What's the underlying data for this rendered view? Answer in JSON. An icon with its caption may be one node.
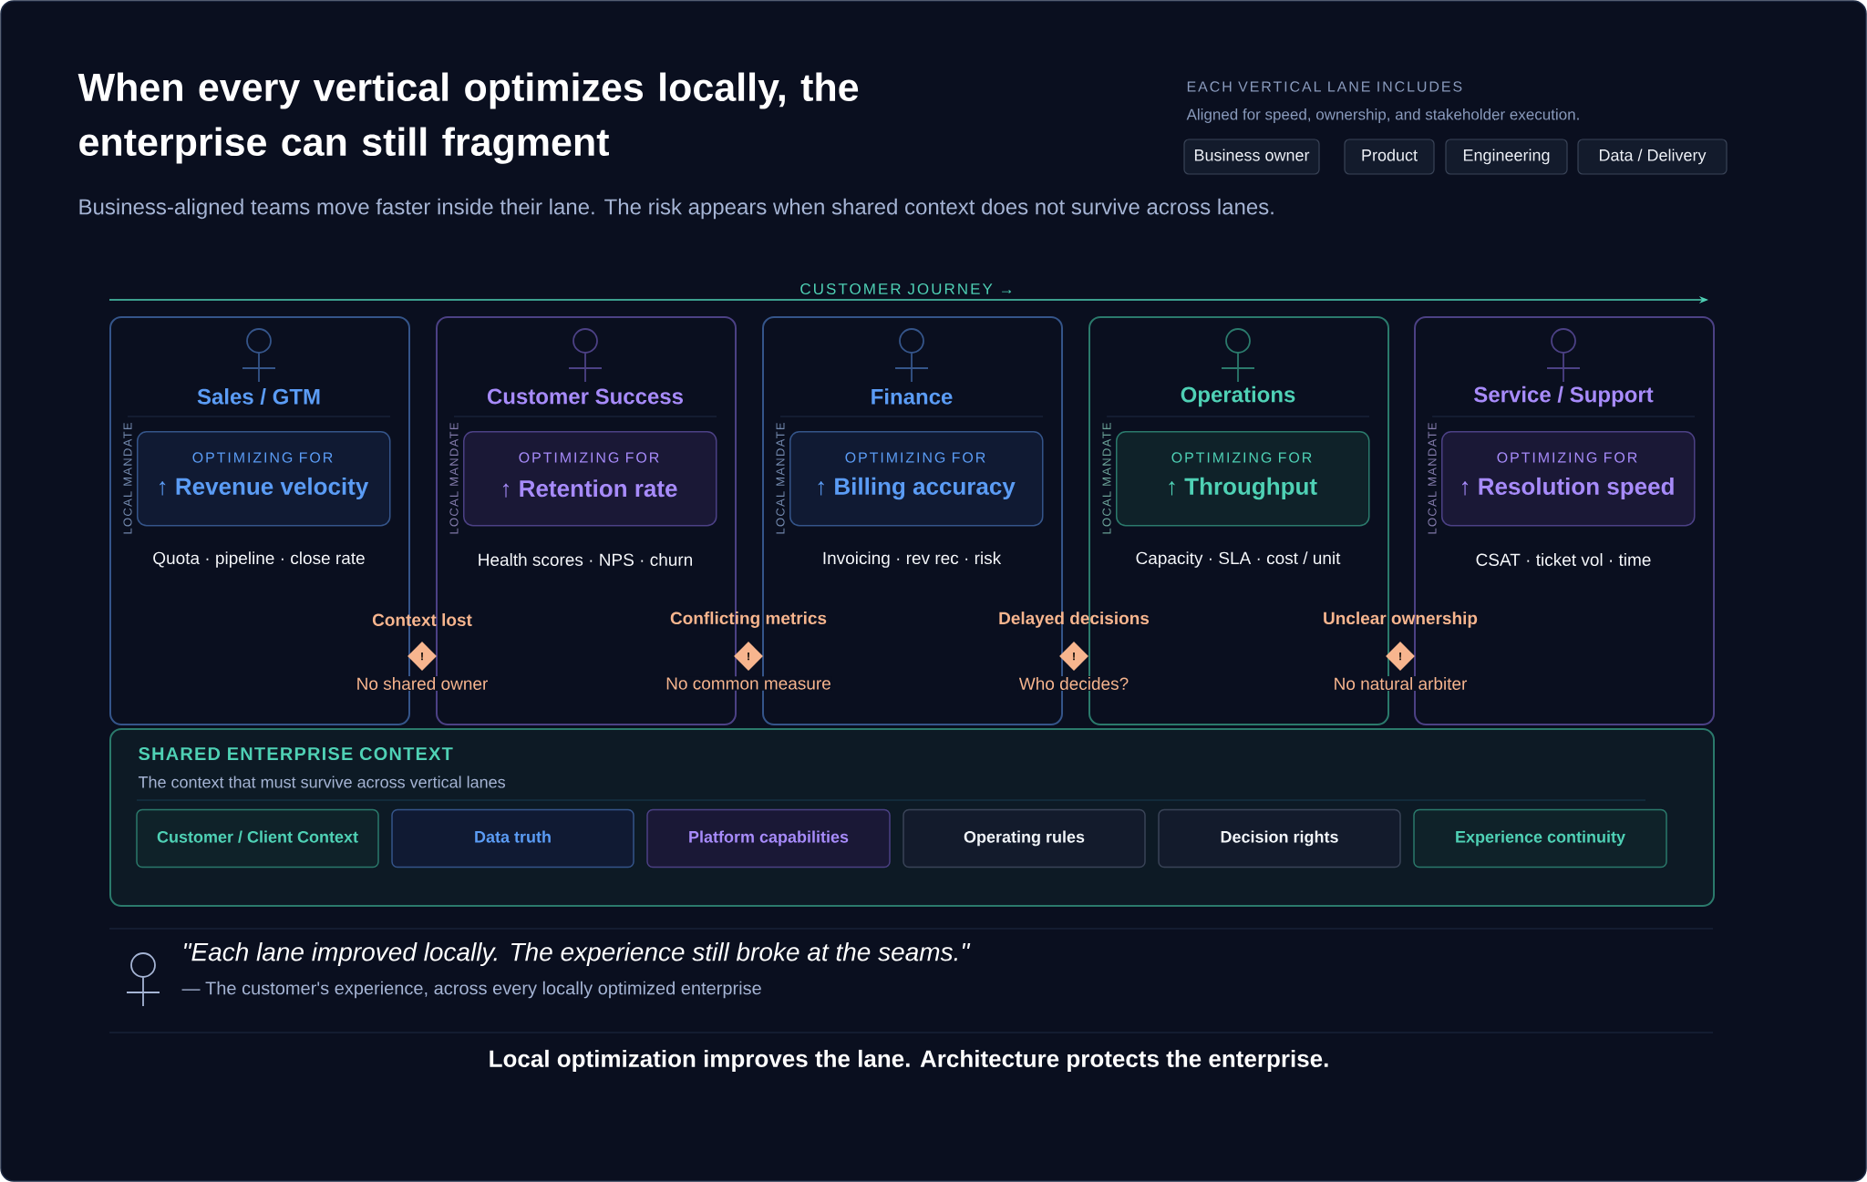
{
  "diagram": {
    "title": "When every vertical optimizes locally, the enterprise can still fragment",
    "caption": "Local optimization improves the lane. Architecture protects the enterprise.",
    "nodes": [
      {
        "text": [
          "Business owner"
        ]
      },
      {
        "text": [
          "Product"
        ]
      },
      {
        "text": [
          "Engineering"
        ]
      },
      {
        "text": [
          "Data / Delivery"
        ]
      },
      {
        "text": [
          "Sales / GTM",
          "LOCAL MANDATE",
          "Quota · pipeline · close rate"
        ]
      },
      {
        "text": [
          "OPTIMIZING FOR",
          "↑ Revenue velocity"
        ],
        "in": 4
      },
      {
        "text": [
          "Customer Success",
          "LOCAL MANDATE",
          "Health scores · NPS · churn"
        ]
      },
      {
        "text": [
          "OPTIMIZING FOR",
          "↑ Retention rate"
        ],
        "in": 6
      },
      {
        "text": [
          "Finance",
          "LOCAL MANDATE",
          "Invoicing · rev rec · risk"
        ]
      },
      {
        "text": [
          "OPTIMIZING FOR",
          "↑ Billing accuracy"
        ],
        "in": 8
      },
      {
        "text": [
          "Operations",
          "LOCAL MANDATE",
          "Capacity · SLA · cost / unit"
        ]
      },
      {
        "text": [
          "OPTIMIZING FOR",
          "↑ Throughput"
        ],
        "in": 10
      },
      {
        "text": [
          "Service / Support",
          "LOCAL MANDATE",
          "CSAT · ticket vol · time"
        ]
      },
      {
        "text": [
          "OPTIMIZING FOR",
          "↑ Resolution speed"
        ],
        "in": 12
      },
      {
        "text": [
          "!"
        ],
        "beside": [
          "Context lost",
          "No shared owner"
        ]
      },
      {
        "text": [
          "!"
        ],
        "beside": [
          "Conflicting metrics",
          "No common measure"
        ]
      },
      {
        "text": [
          "!"
        ],
        "beside": [
          "Delayed decisions",
          "Who decides?"
        ]
      },
      {
        "text": [
          "!"
        ],
        "beside": [
          "Unclear ownership",
          "No natural arbiter"
        ]
      },
      {
        "text": [
          "SHARED ENTERPRISE CONTEXT",
          "The context that must survive across vertical lanes"
        ]
      },
      {
        "text": [
          "Customer / Client Context"
        ],
        "in": 18
      },
      {
        "text": [
          "Data truth"
        ],
        "in": 18
      },
      {
        "text": [
          "Platform capabilities"
        ],
        "in": 18
      },
      {
        "text": [
          "Operating rules"
        ],
        "in": 18
      },
      {
        "text": [
          "Decision rights"
        ],
        "in": 18
      },
      {
        "text": [
          "Experience continuity"
        ],
        "in": 18
      }
    ],
    "labels": [
      "EACH VERTICAL LANE INCLUDES",
      "Aligned for speed, ownership, and stakeholder execution.",
      "Business-aligned teams move faster inside their lane. The risk appears when shared context does not survive across lanes.",
      "CUSTOMER JOURNEY →",
      "\"Each lane improved locally. The experience still broke at the seams.\"",
      "— The customer's experience, across every locally optimized enterprise"
    ]
  }
}
